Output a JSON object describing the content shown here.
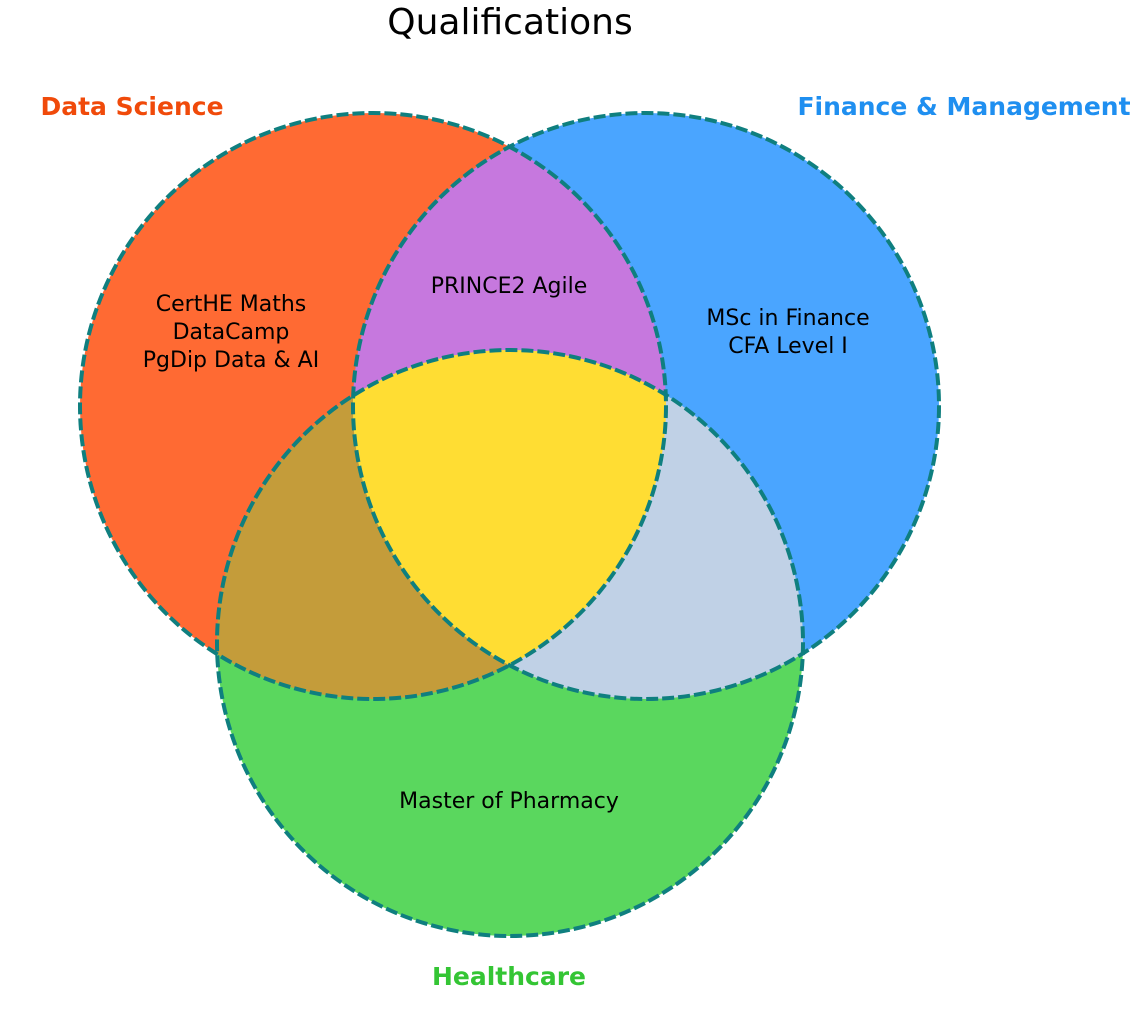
{
  "title": "Qualifications",
  "sets": [
    {
      "id": "data-science",
      "label": "Data Science",
      "label_color": "#f04a0a",
      "fill_color": "#ff6a33"
    },
    {
      "id": "finance",
      "label": "Finance & Management",
      "label_color": "#1f8ff0",
      "fill_color": "#4aa5ff"
    },
    {
      "id": "healthcare",
      "label": "Healthcare",
      "label_color": "#34c534",
      "fill_color": "#5ad75e"
    }
  ],
  "regions": {
    "data_science_only": [
      "CertHE Maths",
      "DataCamp",
      "PgDip Data & AI"
    ],
    "finance_only": [
      "MSc in Finance",
      "CFA Level I"
    ],
    "healthcare_only": [
      "Master of Pharmacy"
    ],
    "data_science_finance": [
      "PRINCE2 Agile"
    ],
    "data_science_healthcare": [],
    "finance_healthcare": [],
    "all_three": []
  },
  "region_colors": {
    "data_science_finance": "#c678de",
    "data_science_healthcare": "#c49c3a",
    "finance_healthcare": "#c0d1e6",
    "all_three": "#ffdd33"
  },
  "outline_color": "#0f7f7f"
}
